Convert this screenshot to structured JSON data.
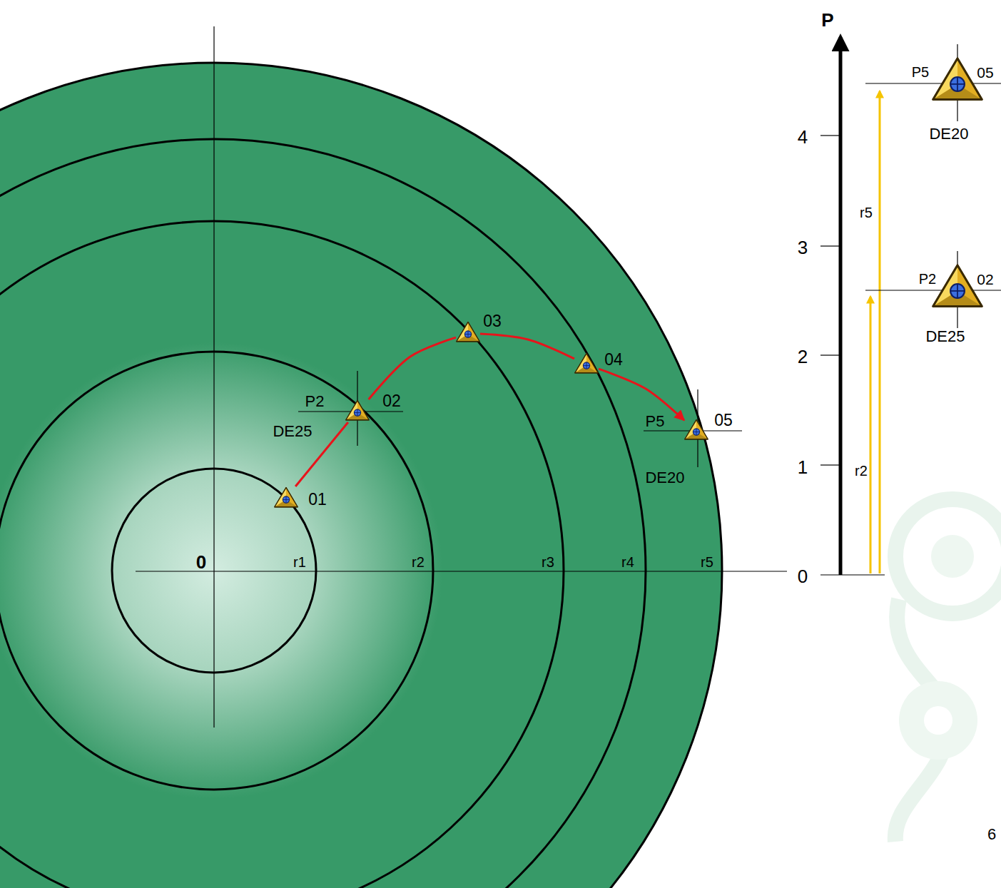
{
  "diagram": {
    "nodes": [
      {
        "text": [
          "01"
        ]
      },
      {
        "text": [
          "02"
        ]
      },
      {
        "text": [
          "03"
        ]
      },
      {
        "text": [
          "04"
        ]
      },
      {
        "text": [
          "05"
        ]
      }
    ],
    "edges": [
      {
        "from": 0,
        "to": 1,
        "arrow": "none"
      },
      {
        "from": 1,
        "to": 2,
        "arrow": "none"
      },
      {
        "from": 2,
        "to": 3,
        "arrow": "none"
      },
      {
        "from": 3,
        "to": 4,
        "arrow": "to"
      }
    ],
    "labels": [
      "0",
      "r1",
      "r2",
      "r3",
      "r4",
      "r5",
      "P2",
      "DE25",
      "P5",
      "DE20",
      "P",
      "4",
      "3",
      "2",
      "1",
      "0",
      "r5",
      "r2",
      "P5",
      "05",
      "DE20",
      "P2",
      "02",
      "DE25",
      "6"
    ]
  }
}
